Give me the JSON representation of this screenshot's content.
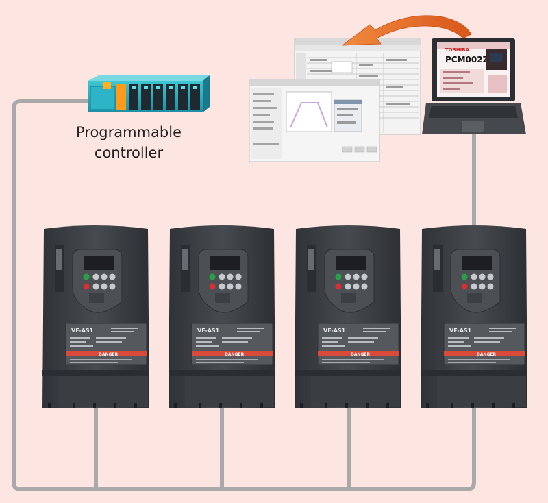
{
  "plc": {
    "label_line1": "Programmable",
    "label_line2": "controller"
  },
  "laptop": {
    "brand": "TOSHIBA",
    "software": "PCM002Z"
  },
  "inverters": [
    {
      "model": "VF-AS1",
      "warning": "DANGER"
    },
    {
      "model": "VF-AS1",
      "warning": "DANGER"
    },
    {
      "model": "VF-AS1",
      "warning": "DANGER"
    },
    {
      "model": "VF-AS1",
      "warning": "DANGER"
    }
  ],
  "colors": {
    "background": "#fde5e1",
    "network_line": "#a9a9a9",
    "inverter_body": "#3f4348",
    "arrow": "#e8641f",
    "danger_band": "#d94a3a"
  }
}
